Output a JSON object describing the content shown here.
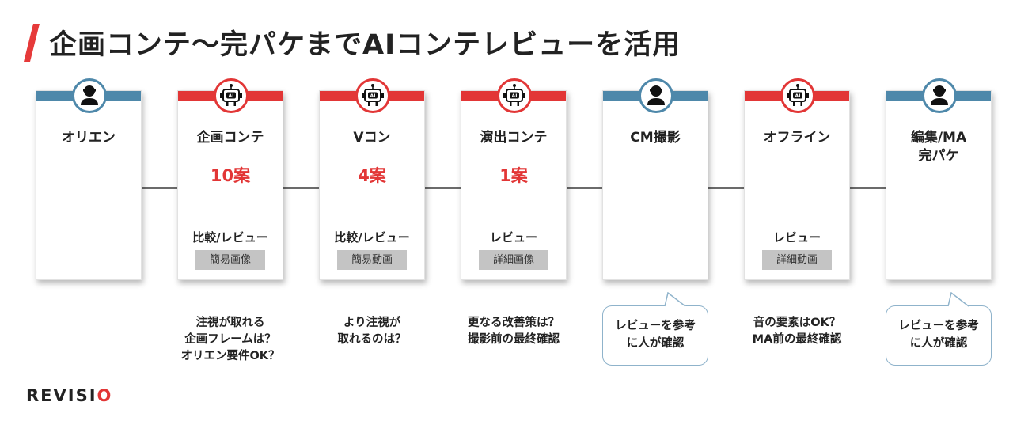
{
  "title": "企画コンテ〜完パケまでAIコンテレビューを活用",
  "colors": {
    "accent_red": "#e23636",
    "accent_blue": "#4e88aa",
    "tag_gray": "#c4c4c4"
  },
  "stages": [
    {
      "title": "オリエン",
      "actor": "human",
      "icon": "person-icon",
      "count": "",
      "review": "",
      "tag": ""
    },
    {
      "title": "企画コンテ",
      "actor": "ai",
      "icon": "ai-robot-icon",
      "count": "10案",
      "review": "比較/レビュー",
      "tag": "簡易画像"
    },
    {
      "title": "Vコン",
      "actor": "ai",
      "icon": "ai-robot-icon",
      "count": "4案",
      "review": "比較/レビュー",
      "tag": "簡易動画"
    },
    {
      "title": "演出コンテ",
      "actor": "ai",
      "icon": "ai-robot-icon",
      "count": "1案",
      "review": "レビュー",
      "tag": "詳細画像"
    },
    {
      "title": "CM撮影",
      "actor": "human",
      "icon": "person-icon",
      "count": "",
      "review": "",
      "tag": ""
    },
    {
      "title": "オフライン",
      "actor": "ai",
      "icon": "ai-robot-icon",
      "count": "",
      "review": "レビュー",
      "tag": "詳細動画"
    },
    {
      "title": "編集/MA\n完パケ",
      "actor": "human",
      "icon": "person-icon",
      "count": "",
      "review": "",
      "tag": ""
    }
  ],
  "notes": [
    {
      "stage": 1,
      "type": "text",
      "text": "注視が取れる\n企画フレームは？\nオリエン要件OK？"
    },
    {
      "stage": 2,
      "type": "text",
      "text": "より注視が\n取れるのは？"
    },
    {
      "stage": 3,
      "type": "text",
      "text": "更なる改善策は？\n撮影前の最終確認"
    },
    {
      "stage": 4,
      "type": "bubble",
      "text": "レビューを参考\nに人が確認"
    },
    {
      "stage": 5,
      "type": "text",
      "text": "音の要素はOK？\nMA前の最終確認"
    },
    {
      "stage": 6,
      "type": "bubble",
      "text": "レビューを参考\nに人が確認"
    }
  ],
  "logo": {
    "prefix": "REVISI",
    "suffix": "O"
  }
}
